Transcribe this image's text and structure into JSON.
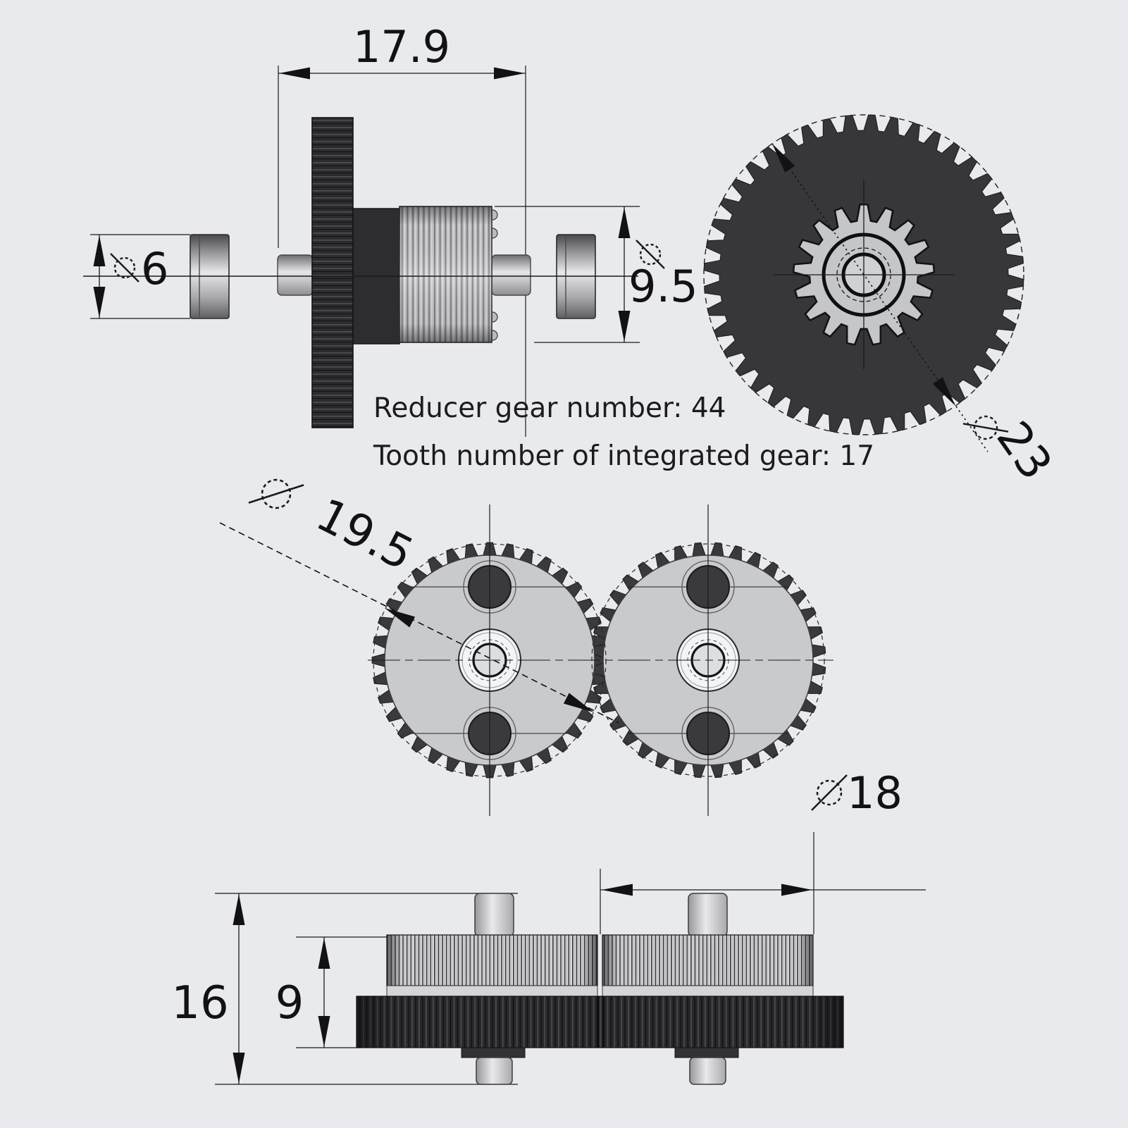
{
  "document": {
    "type": "technical-drawing",
    "background": "#e9eaed",
    "line_color": "#1b1b1d",
    "part_dark": "#2b2b2d",
    "part_light": "#c9cacd"
  },
  "notes": {
    "line1": "Reducer gear number: 44",
    "line2": "Tooth number of integrated gear: 17"
  },
  "dimensions": {
    "assembly_width": "17.9",
    "shaft_diameter": "6",
    "pinion_tip_diameter": "9.5",
    "reducer_tip_diameter": "23",
    "mesh_tip_diameter": "19.5",
    "mesh_pitch_diameter": "18",
    "total_height": "16",
    "gear_stack_height": "9"
  },
  "gears": {
    "reducer_tooth_count": 44,
    "integrated_pinion_tooth_count": 17
  }
}
